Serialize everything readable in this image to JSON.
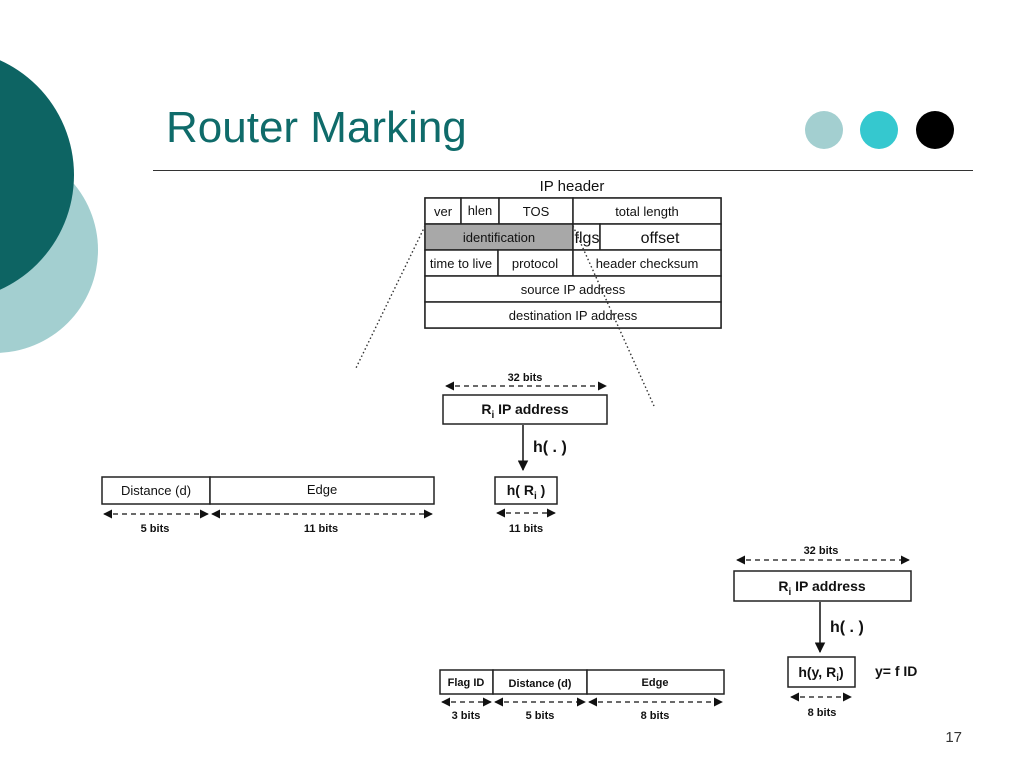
{
  "slide": {
    "title": "Router Marking",
    "page_number": "17",
    "colors": {
      "teal_dark": "#0d6463",
      "teal_light": "#a3cfd0",
      "dot_light": "#a3cfd0",
      "dot_cyan": "#35c8cf",
      "dot_black": "#000000"
    }
  },
  "ip_header": {
    "title": "IP header",
    "row1": [
      "ver",
      "hlen",
      "TOS",
      "total length"
    ],
    "row2": [
      "identification",
      "flgs",
      "offset"
    ],
    "row3": [
      "time to live",
      "protocol",
      "header checksum"
    ],
    "row4": "source IP address",
    "row5": "destination IP address"
  },
  "scheme1": {
    "width_label": "32 bits",
    "address_prefix": "R",
    "address_sub": "i",
    "address_suffix": " IP address",
    "hash_label": "h( . )",
    "hash_out_prefix": "h( R",
    "hash_out_sub": "i",
    "hash_out_suffix": " )",
    "hash_bits": "11 bits",
    "distance_label": "Distance (d)",
    "edge_label": "Edge",
    "distance_bits": "5 bits",
    "edge_bits": "11 bits"
  },
  "scheme2": {
    "width_label": "32 bits",
    "address_prefix": "R",
    "address_sub": "i",
    "address_suffix": " IP address",
    "hash_label": "h( . )",
    "hash_out_prefix": "h(y, R",
    "hash_out_sub": "i",
    "hash_out_suffix": ")",
    "hash_bits": "8 bits",
    "y_note": "y= f ID",
    "flag_label": "Flag ID",
    "distance_label": "Distance (d)",
    "edge_label": "Edge",
    "flag_bits": "3 bits",
    "distance_bits": "5 bits",
    "edge_bits": "8 bits"
  }
}
